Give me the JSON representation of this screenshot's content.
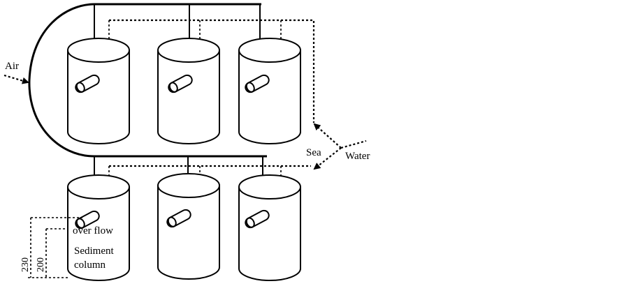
{
  "labels": {
    "air": "Air",
    "sea": "Sea",
    "water": "Water",
    "overflow": "over flow",
    "sediment_line1": "Sediment",
    "sediment_line2": "column",
    "dim_230": "230",
    "dim_200": "200"
  },
  "colors": {
    "line": "#000000",
    "background": "#ffffff"
  }
}
